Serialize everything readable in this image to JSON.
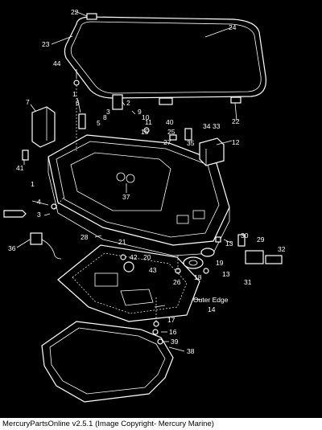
{
  "caption": "MercuryPartsOnline v2.5.1 (Image Copyright- Mercury Marine)",
  "note_outer_edge": "Outer Edge",
  "callouts": [
    "22",
    "24",
    "23",
    "22",
    "44",
    "7",
    "1",
    "6",
    "2",
    "3",
    "5",
    "9",
    "10",
    "11",
    "40",
    "15",
    "25",
    "34",
    "33",
    "35",
    "27",
    "12",
    "41",
    "37",
    "4",
    "3",
    "1",
    "36",
    "28",
    "21",
    "30",
    "29",
    "32",
    "13",
    "42",
    "43",
    "20",
    "19",
    "13",
    "26",
    "18",
    "31",
    "14",
    "17",
    "16",
    "39",
    "38",
    "8"
  ]
}
